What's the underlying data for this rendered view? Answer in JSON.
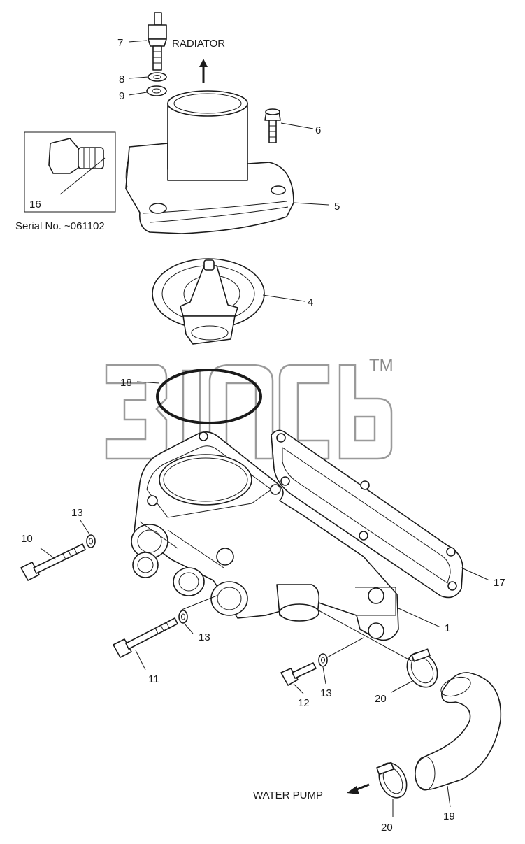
{
  "watermark": {
    "trademark": "TM",
    "color": "#9a9a9a"
  },
  "captions": {
    "radiator": "RADIATOR",
    "water_pump": "WATER PUMP",
    "serial_note": "Serial No. ~061102"
  },
  "callouts": {
    "p1": "1",
    "p4": "4",
    "p5": "5",
    "p6": "6",
    "p7": "7",
    "p8": "8",
    "p9": "9",
    "p10": "10",
    "p11": "11",
    "p12": "12",
    "p13a": "13",
    "p13b": "13",
    "p13c": "13",
    "p16": "16",
    "p17": "17",
    "p18": "18",
    "p19": "19",
    "p20a": "20",
    "p20b": "20"
  },
  "colors": {
    "line": "#1a1a1a",
    "background": "#ffffff",
    "watermark": "#9a9a9a"
  }
}
